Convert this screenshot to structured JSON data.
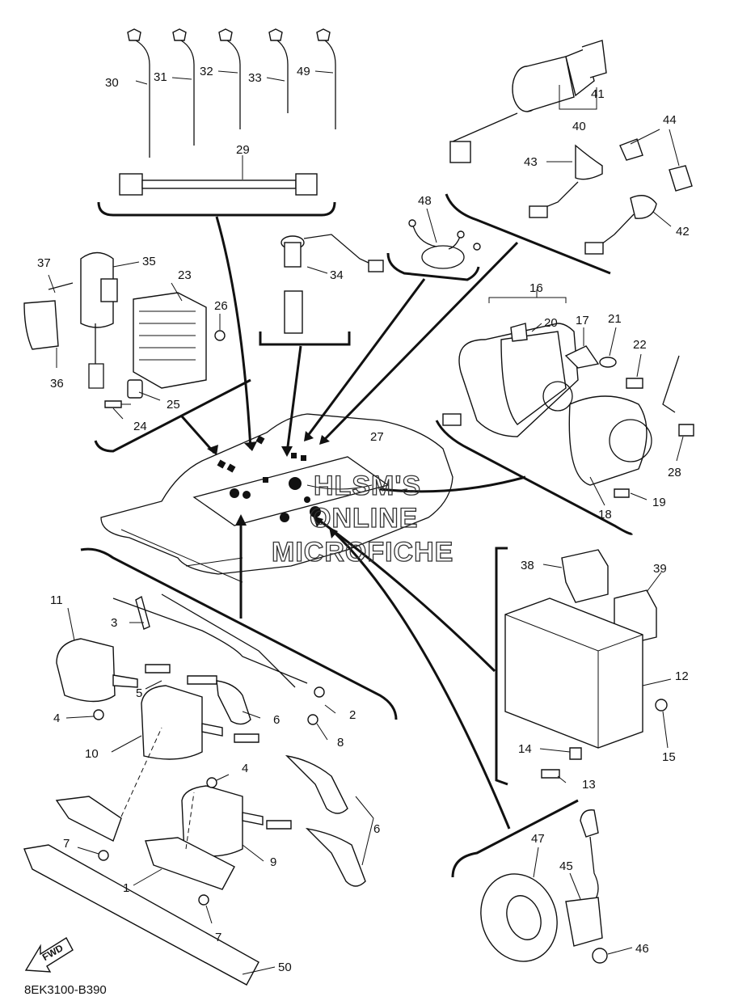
{
  "diagram_code": "8EK3100-B390",
  "watermark": [
    "HLSM'S",
    "ONLINE",
    "MICROFICHE"
  ],
  "fwd_label": "FWD",
  "callouts": {
    "c1": "1",
    "c2": "2",
    "c3": "3",
    "c4a": "4",
    "c4b": "4",
    "c5": "5",
    "c6a": "6",
    "c6b": "6",
    "c7a": "7",
    "c7b": "7",
    "c8": "8",
    "c9": "9",
    "c10": "10",
    "c11": "11",
    "c12": "12",
    "c13": "13",
    "c14": "14",
    "c15": "15",
    "c16": "16",
    "c17": "17",
    "c18": "18",
    "c19": "19",
    "c20": "20",
    "c21": "21",
    "c22": "22",
    "c23": "23",
    "c24": "24",
    "c25": "25",
    "c26": "26",
    "c27": "27",
    "c28": "28",
    "c29": "29",
    "c30": "30",
    "c31": "31",
    "c32": "32",
    "c33": "33",
    "c34": "34",
    "c35": "35",
    "c36": "36",
    "c37": "37",
    "c38": "38",
    "c39": "39",
    "c40": "40",
    "c41": "41",
    "c42": "42",
    "c43": "43",
    "c44": "44",
    "c45": "45",
    "c46": "46",
    "c47": "47",
    "c48": "48",
    "c49": "49",
    "c50": "50"
  }
}
